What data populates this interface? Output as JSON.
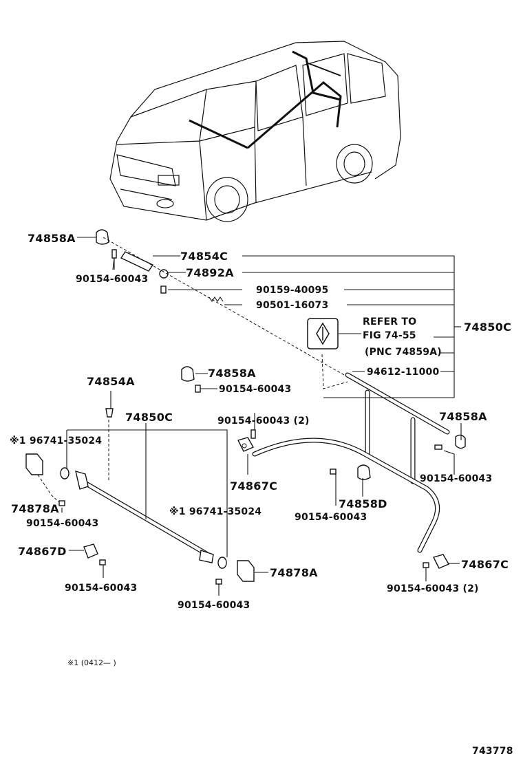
{
  "diagram_id": "743778",
  "footnote": "※1 (0412—    )",
  "refer": {
    "line1": "REFER TO",
    "line2": "FIG 74-55",
    "line3": "(PNC 74859A)"
  },
  "labels": {
    "p_74858A_1": "74858A",
    "p_90154_1": "90154-60043",
    "p_74854C": "74854C",
    "p_74892A": "74892A",
    "p_90159": "90159-40095",
    "p_90501": "90501-16073",
    "p_74850C_r": "74850C",
    "p_74858A_2": "74858A",
    "p_90154_2": "90154-60043",
    "p_94612": "94612-11000",
    "p_74854A": "74854A",
    "p_74850C_l": "74850C",
    "p_96741_1": "※1 96741-35024",
    "p_90154_3": "90154-60043 (2)",
    "p_74858A_3": "74858A",
    "p_74878A_l": "74878A",
    "p_90154_4": "90154-60043",
    "p_74867C_1": "74867C",
    "p_90154_5": "90154-60043",
    "p_74858D": "74858D",
    "p_90154_6": "90154-60043",
    "p_96741_2": "※1 96741-35024",
    "p_74867D": "74867D",
    "p_90154_7": "90154-60043",
    "p_74878A_r": "74878A",
    "p_90154_8": "90154-60043",
    "p_74867C_2": "74867C",
    "p_90154_9": "90154-60043 (2)"
  }
}
